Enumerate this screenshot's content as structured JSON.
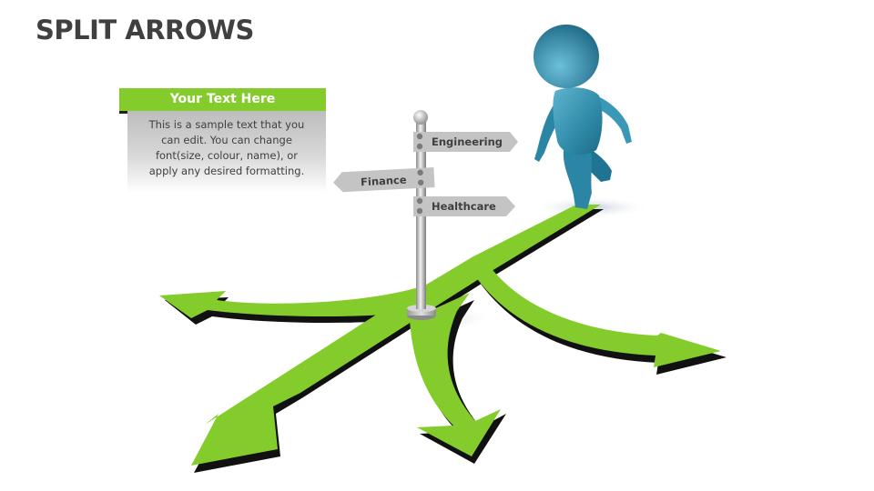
{
  "slide": {
    "title": "SPLIT ARROWS"
  },
  "text_box": {
    "heading": "Your Text Here",
    "body_lines": [
      "This is a sample text that you",
      "can edit. You can change",
      "font(size, colour, name), or",
      "apply any desired formatting."
    ],
    "header_color": "#84cc2b"
  },
  "signpost": {
    "signs": [
      {
        "label": "Engineering",
        "direction": "right"
      },
      {
        "label": "Finance",
        "direction": "left"
      },
      {
        "label": "Healthcare",
        "direction": "right"
      }
    ],
    "sign_color": "#c4c4c4"
  },
  "arrows": {
    "color": "#84cc2b",
    "shadow_color": "#111111",
    "branches": [
      "left",
      "down-left",
      "down",
      "right"
    ]
  },
  "figure": {
    "color": "#2e8aa8",
    "description": "3D person walking"
  }
}
